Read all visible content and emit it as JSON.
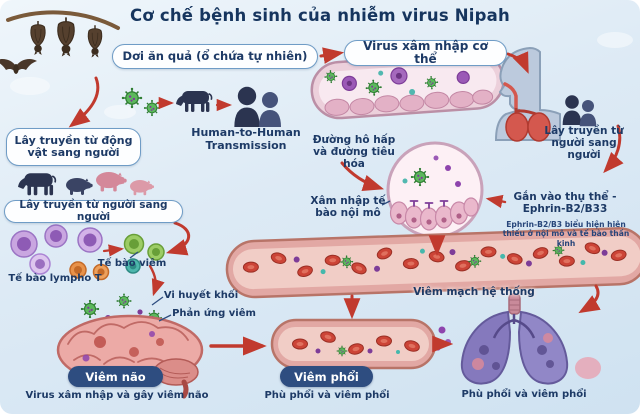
{
  "title": "Cơ chế bệnh sinh của nhiễm virus Nipah",
  "boxes": {
    "bats_reservoir": "Dơi ăn quả (ổ chứa tự nhiên)",
    "virus_entry": "Virus xâm nhập cơ thể",
    "animal_to_human": "Lây truyền từ động vật sang người",
    "human_to_human_left": "Lây truyền từ người sang người"
  },
  "labels": {
    "h2h_transmission": "Human-to-Human Transmission",
    "respiratory_digestive": "Đường hô hấp và đường tiêu hóa",
    "endothelial_invasion": "Xâm nhập tế bào nội mô",
    "p2p_right": "Lây truyền từ người sang người",
    "receptor_binding": "Gắn vào thụ thể - Ephrin-B2/B33",
    "receptor_note": "Ephrin-B2/B3 biểu hiện hiên thiếu ở nội mô và tế bào thần kinh",
    "t_lymphocyte": "Tế bào lympho T",
    "inflammatory_cells": "Tế bào viêm",
    "microthrombi": "Vi huyết khối",
    "inflammatory_reaction": "Phản ứng viêm",
    "systemic_vasculitis": "Viêm mạch hệ thống"
  },
  "outcomes": {
    "encephalitis_badge": "Viêm não",
    "encephalitis_caption": "Virus xâm nhập và gây viêm não",
    "pneumonia_badge": "Viêm phổi",
    "pneumonia_caption": "Phù phổi và viêm phổi",
    "lungs_caption": "Phù phổi và viêm phổi"
  },
  "colors": {
    "background_top": "#eff6fb",
    "background_bottom": "#cfe2f1",
    "navy_text": "#1d3a66",
    "box_border": "#6f9cc6",
    "badge_bg": "#2e4d80",
    "arrow_red": "#c13a2e",
    "virus_green": "#5cb85c",
    "vessel_pink": "#e2a8a4",
    "lung_purple": "#8579bd"
  },
  "icons": {
    "bats": "fruit-bat-colony-illustration",
    "virus": "nipah-virion-icon",
    "cow": "cow-silhouette-icon",
    "pig": "pig-silhouette-icon",
    "people": "human-silhouettes-icon",
    "vessel_top": "blood-vessel-illustration",
    "receptor_inset": "endothelium-receptor-inset",
    "respiratory": "respiratory-tract-illustration",
    "systemic_vessel": "systemic-vessel-illustration",
    "brain": "inflamed-brain-illustration",
    "pulmonary_vessel": "pulmonary-vessel-illustration",
    "lungs": "inflamed-lungs-illustration"
  }
}
